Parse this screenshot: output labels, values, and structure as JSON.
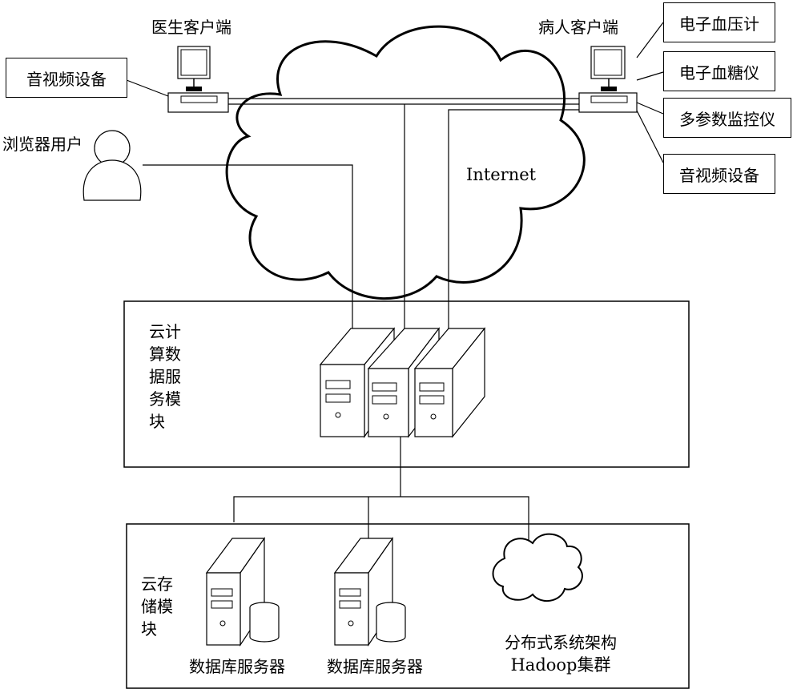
{
  "labels": {
    "doctor_client": "医生客户端",
    "patient_client": "病人客户端",
    "av_device_left": "音视频设备",
    "browser_user": "浏览器用户",
    "internet": "Internet",
    "blood_pressure": "电子血压计",
    "blood_glucose": "电子血糖仪",
    "multi_monitor": "多参数监控仪",
    "av_device_right": "音视频设备",
    "cloud_compute": "云计算数据服务模块",
    "cloud_storage": "云存储模块",
    "db_server_1": "数据库服务器",
    "db_server_2": "数据库服务器",
    "distributed_line1": "分布式系统架构",
    "distributed_line2": "Hadoop集群"
  }
}
